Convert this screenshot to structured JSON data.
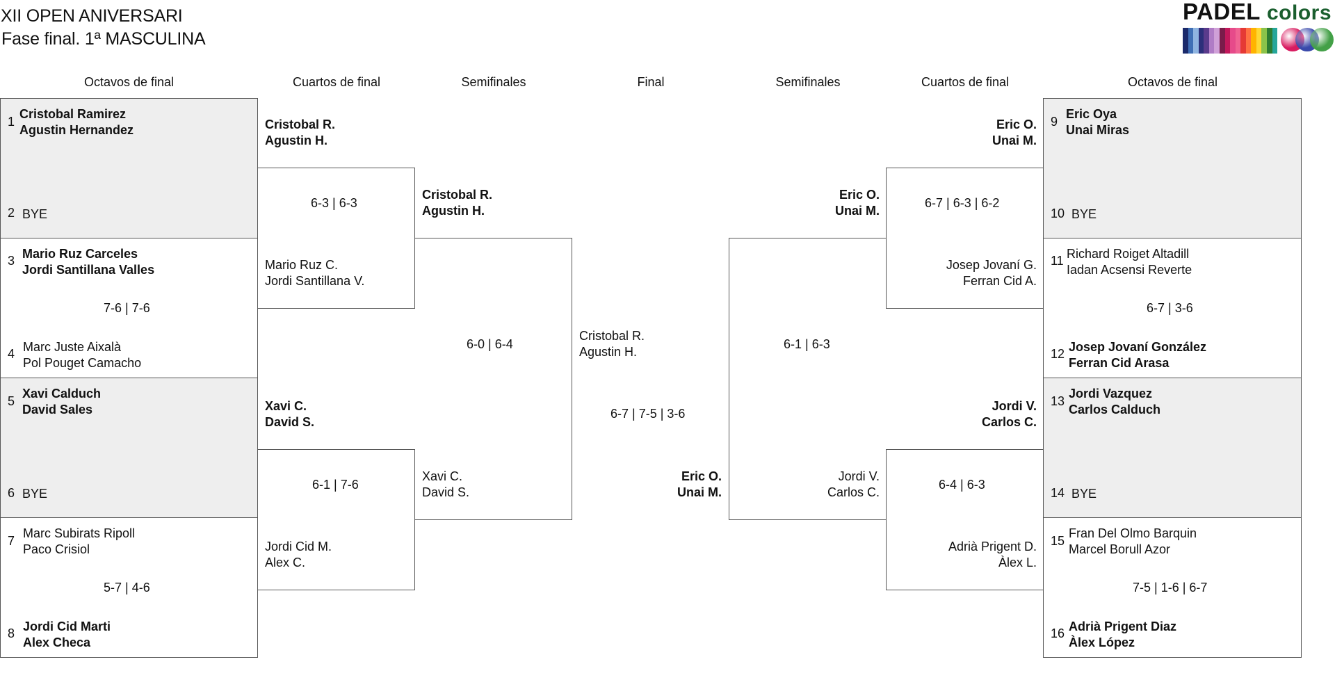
{
  "header": {
    "title": "XII OPEN ANIVERSARI",
    "subtitle": "Fase final. 1ª MASCULINA"
  },
  "logo": {
    "word1": "PADEL",
    "word2": "colors",
    "stripe_colors": [
      "#1b2a6b",
      "#3f6fb5",
      "#8fb4e0",
      "#2c2f7a",
      "#5a3b8c",
      "#b07cc6",
      "#d0a0d8",
      "#7a1c4a",
      "#c2185b",
      "#e64a8a",
      "#f06292",
      "#e53935",
      "#ff7043",
      "#ffb300",
      "#fdd835",
      "#8bc34a",
      "#2e7d32",
      "#26a69a"
    ],
    "ball_colors": [
      "#d81b60",
      "#3949ab",
      "#43a047"
    ]
  },
  "round_labels": {
    "r16_left": "Octavos de final",
    "qf_left": "Cuartos de final",
    "sf_left": "Semifinales",
    "final": "Final",
    "sf_right": "Semifinales",
    "qf_right": "Cuartos de final",
    "r16_right": "Octavos de final"
  },
  "r16_left": [
    {
      "s1": "1",
      "p1a": "Cristobal Ramirez",
      "p1b": "Agustin Hernandez",
      "s2": "2",
      "p2a": "BYE",
      "p2b": "",
      "score": ""
    },
    {
      "s1": "3",
      "p1a": "Mario Ruz Carceles",
      "p1b": "Jordi Santillana Valles",
      "s2": "4",
      "p2a": "Marc Juste Aixalà",
      "p2b": "Pol Pouget Camacho",
      "score": "7-6 | 7-6"
    },
    {
      "s1": "5",
      "p1a": "Xavi Calduch",
      "p1b": "David Sales",
      "s2": "6",
      "p2a": "BYE",
      "p2b": "",
      "score": ""
    },
    {
      "s1": "7",
      "p1a": "Marc Subirats Ripoll",
      "p1b": "Paco Crisiol",
      "s2": "8",
      "p2a": "Jordi Cid Marti",
      "p2b": "Alex Checa",
      "score": "5-7 | 4-6"
    }
  ],
  "qf_left": [
    {
      "t1a": "Cristobal R.",
      "t1b": "Agustin H.",
      "t2a": "Mario Ruz C.",
      "t2b": "Jordi Santillana V.",
      "score": "6-3 | 6-3"
    },
    {
      "t1a": "Xavi C.",
      "t1b": "David S.",
      "t2a": "Jordi Cid M.",
      "t2b": "Alex C.",
      "score": "6-1 | 7-6"
    }
  ],
  "sf_left": {
    "t1a": "Cristobal R.",
    "t1b": "Agustin H.",
    "t2a": "Xavi C.",
    "t2b": "David S.",
    "score": "6-0 | 6-4"
  },
  "final": {
    "t1a": "Cristobal R.",
    "t1b": "Agustin H.",
    "t2a": "Eric O.",
    "t2b": "Unai M.",
    "score": "6-7 | 7-5 | 3-6"
  },
  "sf_right": {
    "t1a": "Eric O.",
    "t1b": "Unai M.",
    "t2a": "Jordi V.",
    "t2b": "Carlos C.",
    "score": "6-1 | 6-3"
  },
  "qf_right": [
    {
      "t1a": "Eric O.",
      "t1b": "Unai M.",
      "t2a": "Josep Jovaní G.",
      "t2b": "Ferran Cid A.",
      "score": "6-7 | 6-3 | 6-2"
    },
    {
      "t1a": "Jordi V.",
      "t1b": "Carlos C.",
      "t2a": "Adrià Prigent D.",
      "t2b": "Àlex L.",
      "score": "6-4 | 6-3"
    }
  ],
  "r16_right": [
    {
      "s1": "9",
      "p1a": "Eric Oya",
      "p1b": "Unai Miras",
      "s2": "10",
      "p2a": "BYE",
      "p2b": "",
      "score": ""
    },
    {
      "s1": "11",
      "p1a": "Richard Roiget Altadill",
      "p1b": "Iadan Acsensi Reverte",
      "s2": "12",
      "p2a": "Josep Jovaní González",
      "p2b": "Ferran Cid Arasa",
      "score": "6-7 | 3-6"
    },
    {
      "s1": "13",
      "p1a": "Jordi Vazquez",
      "p1b": "Carlos Calduch",
      "s2": "14",
      "p2a": "BYE",
      "p2b": "",
      "score": ""
    },
    {
      "s1": "15",
      "p1a": "Fran Del Olmo Barquin",
      "p1b": "Marcel Borull Azor",
      "s2": "16",
      "p2a": "Adrià Prigent Diaz",
      "p2b": "Àlex López",
      "score": "7-5 | 1-6 | 6-7"
    }
  ]
}
